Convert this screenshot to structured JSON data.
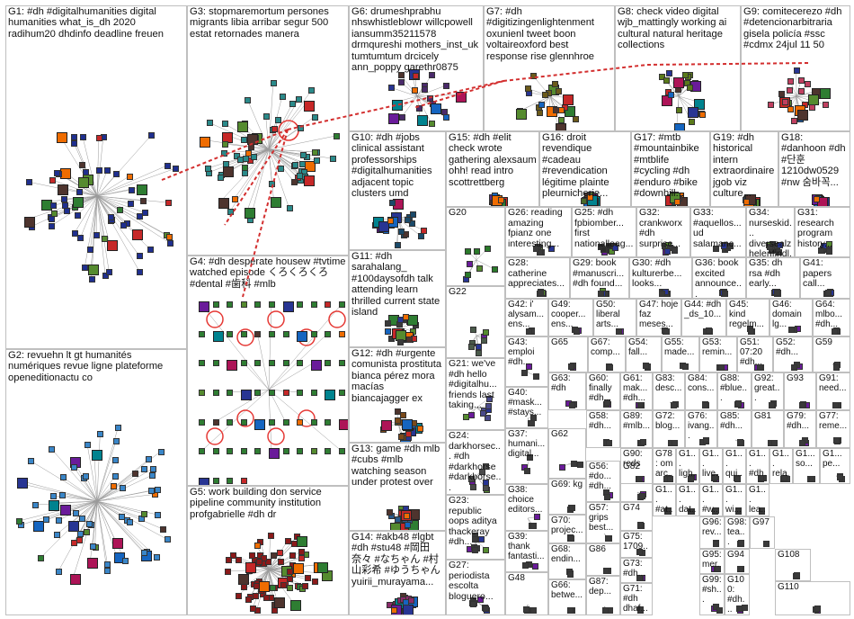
{
  "groups": [
    {
      "id": "G1",
      "label": "G1: #dh #digitalhumanities digital humanities what_is_dh 2020 radihum20 dhdinfo deadline freuen",
      "color": "#1f2f8f"
    },
    {
      "id": "G2",
      "label": "G2: revuehn lt gt humanités numériques revue ligne plateforme openeditionactu co",
      "color": "#3a86c8"
    },
    {
      "id": "G3",
      "label": "G3: stopmaremortum persones migrants libia arribar segur 500 estat retornades manera",
      "color": "#2a8a8a"
    },
    {
      "id": "G4",
      "label": "G4: #dh desperate housew #tvtime watched episode くろくろくろ #dental #歯科 #mlb",
      "color": "#2e7d32"
    },
    {
      "id": "G5",
      "label": "G5: work building don service pipeline community institution profgabrielle #dh dr",
      "color": "#8b1a1a"
    },
    {
      "id": "G6",
      "label": "G6: drumeshprabhu nhswhistleblowr willcpowell iansumm35211578 drmqureshi mothers_inst_uk tumtumtum drcicely ann_poppy garethr0875",
      "color": "#4a2a6a"
    },
    {
      "id": "G7",
      "label": "G7: #dh #digitizingenlightenment oxunienl tweet boon voltaireoxford best response rise glennhroe",
      "color": "#6b5a1a"
    },
    {
      "id": "G8",
      "label": "G8: check video digital wjb_mattingly working ai cultural natural heritage collections",
      "color": "#5a7a1a"
    },
    {
      "id": "G9",
      "label": "G9: comitecerezo #dh #detencionarbitraria gisela policía #ssc #cdmx 24jul 11 50",
      "color": "#c04060"
    },
    {
      "id": "G10",
      "label": "G10: #dh #jobs clinical assistant professorships #digitalhumanities adjacent topic clusters umd",
      "color": "#1a4a6a"
    },
    {
      "id": "G11",
      "label": "G11: #dh sarahalang_ #100daysofdh talk attending learn thrilled current state island",
      "color": "#3a3a3a"
    },
    {
      "id": "G12",
      "label": "G12: #dh #urgente comunista prostituta bianca pérez mora macías biancajagger ex",
      "color": "#7a4a1a"
    },
    {
      "id": "G13",
      "label": "G13: game #dh mlb #cubs #mlb watching season under protest over",
      "color": "#2a5a8a"
    },
    {
      "id": "G14",
      "label": "G14: #akb48 #lgbt #dh #stu48 #岡田奈々 #なちゃん #村山彩希 #ゆうちゃん yuirii_murayama...",
      "color": "#8a2a6a"
    },
    {
      "id": "G15",
      "label": "G15: #dh #elit check wrote gathering alexsaum ohh! read intro scottrettberg",
      "color": "#5a2a8a"
    },
    {
      "id": "G16",
      "label": "G16: droit revendique #cadeau #revendication légitime plainte pleurnicherie...",
      "color": "#4a6a2a"
    },
    {
      "id": "G17",
      "label": "G17: #mtb #mountainbike #mtblife #cycling #dh #enduro #bike #downhill...",
      "color": "#2a6a3a"
    },
    {
      "id": "G18",
      "label": "G18: #danhoon #dh #단훈 1210dw0529 #nw 숨바꼭...",
      "color": "#6a2a2a"
    },
    {
      "id": "G19",
      "label": "G19: #dh historical intern extraordinaire jgob viz culture...",
      "color": "#2a3a6a"
    },
    {
      "id": "G20",
      "label": "G20",
      "color": "#2a7a2a"
    },
    {
      "id": "G21",
      "label": "G21: we've #dh hello #digitalhu... friends last taking...",
      "color": "#4a4a8a"
    },
    {
      "id": "G22",
      "label": "G22",
      "color": "#4a5a4a"
    },
    {
      "id": "G23",
      "label": "G23: republic oops aditya thackeray #dh...",
      "color": "#3a3a3a"
    },
    {
      "id": "G24",
      "label": "G24: darkhorsec... #dh #darkhorse #darkhorse...",
      "color": "#4a4a4a"
    },
    {
      "id": "G25",
      "label": "G25: #dh fpbiomber... first nationalleag...",
      "color": "#2a2a2a"
    },
    {
      "id": "G26",
      "label": "G26: reading amazing fpianz one interesting...",
      "color": "#3a3a3a"
    },
    {
      "id": "G27",
      "label": "G27: periodista escolta bloguero...",
      "color": "#3a3a3a"
    },
    {
      "id": "G28",
      "label": "G28: catherine appreciates...",
      "color": "#3a3a3a"
    },
    {
      "id": "G29",
      "label": "G29: book #manuscri... #dh found...",
      "color": "#3a3a3a"
    },
    {
      "id": "G30",
      "label": "G30: #dh kulturerbe... looks...",
      "color": "#3a3a3a"
    },
    {
      "id": "G31",
      "label": "G31: research program history...",
      "color": "#3a3a3a"
    },
    {
      "id": "G32",
      "label": "G32: crankworx #dh surprise...",
      "color": "#3a3a3a"
    },
    {
      "id": "G33",
      "label": "G33: #aquellos... ud salamanc...",
      "color": "#3a3a3a"
    },
    {
      "id": "G34",
      "label": "G34: nurseskid... diversealz helenfindl...",
      "color": "#3a3a3a"
    },
    {
      "id": "G35",
      "label": "G35: dh rsa #dh early...",
      "color": "#3a3a3a"
    },
    {
      "id": "G36",
      "label": "G36: book excited announce...",
      "color": "#3a3a3a"
    },
    {
      "id": "G37",
      "label": "G37: humani... digital...",
      "color": "#3a3a3a"
    },
    {
      "id": "G38",
      "label": "G38: choice editors...",
      "color": "#3a3a3a"
    },
    {
      "id": "G39",
      "label": "G39: thank fantasti...",
      "color": "#3a3a3a"
    },
    {
      "id": "G40",
      "label": "G40: #mask... #stays...",
      "color": "#3a3a3a"
    },
    {
      "id": "G41",
      "label": "G41: papers call...",
      "color": "#3a3a3a"
    },
    {
      "id": "G42",
      "label": "G42: i' alysam... ens...",
      "color": "#3a3a3a"
    },
    {
      "id": "G43",
      "label": "G43: emploi #dh...",
      "color": "#3a3a3a"
    },
    {
      "id": "G44",
      "label": "G44: #dh _ds_10...",
      "color": "#3a3a3a"
    },
    {
      "id": "G45",
      "label": "G45: kind regelm...",
      "color": "#3a3a3a"
    },
    {
      "id": "G46",
      "label": "G46: domain lg...",
      "color": "#3a3a3a"
    },
    {
      "id": "G47",
      "label": "G47: hoje faz meses...",
      "color": "#3a3a3a"
    },
    {
      "id": "G48",
      "label": "G48",
      "color": "#3a3a3a"
    },
    {
      "id": "G49",
      "label": "G49: cooper... ens...",
      "color": "#3a3a3a"
    },
    {
      "id": "G50",
      "label": "G50: liberal arts...",
      "color": "#3a3a3a"
    },
    {
      "id": "G51",
      "label": "G51: 07:20 #dh...",
      "color": "#3a3a3a"
    },
    {
      "id": "G52",
      "label": "G52: #dh...",
      "color": "#3a3a3a"
    },
    {
      "id": "G53",
      "label": "G53: remin...",
      "color": "#3a3a3a"
    },
    {
      "id": "G54",
      "label": "G54: fall...",
      "color": "#3a3a3a"
    },
    {
      "id": "G55",
      "label": "G55: made...",
      "color": "#3a3a3a"
    },
    {
      "id": "G56",
      "label": "G56: #do... #dh...",
      "color": "#3a3a3a"
    },
    {
      "id": "G57",
      "label": "G57: grips best...",
      "color": "#3a3a3a"
    },
    {
      "id": "G58",
      "label": "G58: #dh...",
      "color": "#3a3a3a"
    },
    {
      "id": "G59",
      "label": "G59",
      "color": "#3a3a3a"
    },
    {
      "id": "G60",
      "label": "G60: finally #dh...",
      "color": "#3a3a3a"
    },
    {
      "id": "G61",
      "label": "G61: mak... #dh...",
      "color": "#3a3a3a"
    },
    {
      "id": "G62",
      "label": "G62",
      "color": "#3a3a3a"
    },
    {
      "id": "G63",
      "label": "G63: #dh",
      "color": "#3a3a3a"
    },
    {
      "id": "G64",
      "label": "G64: mlbo... #dh...",
      "color": "#3a3a3a"
    },
    {
      "id": "G65",
      "label": "G65",
      "color": "#3a3a3a"
    },
    {
      "id": "G66",
      "label": "G66: betwe...",
      "color": "#3a3a3a"
    },
    {
      "id": "G67",
      "label": "G67: comp...",
      "color": "#3a3a3a"
    },
    {
      "id": "G68",
      "label": "G68: endin...",
      "color": "#3a3a3a"
    },
    {
      "id": "G69",
      "label": "G69: kg",
      "color": "#3a3a3a"
    },
    {
      "id": "G70",
      "label": "G70: projec...",
      "color": "#3a3a3a"
    },
    {
      "id": "G71",
      "label": "G71: #dh dhaf...",
      "color": "#3a3a3a"
    },
    {
      "id": "G72",
      "label": "G72: blog...",
      "color": "#3a3a3a"
    },
    {
      "id": "G73",
      "label": "G73: #dh...",
      "color": "#3a3a3a"
    },
    {
      "id": "G74",
      "label": "G74",
      "color": "#3a3a3a"
    },
    {
      "id": "G75",
      "label": "G75: 1709...",
      "color": "#3a3a3a"
    },
    {
      "id": "G76",
      "label": "G76: ivang...",
      "color": "#3a3a3a"
    },
    {
      "id": "G77",
      "label": "G77: reme...",
      "color": "#3a3a3a"
    },
    {
      "id": "G78",
      "label": "G78: om arc...",
      "color": "#3a3a3a"
    },
    {
      "id": "G79",
      "label": "G79: #dh...",
      "color": "#3a3a3a"
    },
    {
      "id": "G80",
      "label": "G80",
      "color": "#3a3a3a"
    },
    {
      "id": "G81",
      "label": "G81",
      "color": "#3a3a3a"
    },
    {
      "id": "G82",
      "label": "G82",
      "color": "#3a3a3a"
    },
    {
      "id": "G83",
      "label": "G83: desc...",
      "color": "#3a3a3a"
    },
    {
      "id": "G84",
      "label": "G84: cons...",
      "color": "#3a3a3a"
    },
    {
      "id": "G85",
      "label": "G85: #dh...",
      "color": "#3a3a3a"
    },
    {
      "id": "G86",
      "label": "G86",
      "color": "#3a3a3a"
    },
    {
      "id": "G87",
      "label": "G87: dep...",
      "color": "#3a3a3a"
    },
    {
      "id": "G88",
      "label": "G88: #blue...",
      "color": "#3a3a3a"
    },
    {
      "id": "G89",
      "label": "G89: #mlb...",
      "color": "#3a3a3a"
    },
    {
      "id": "G90",
      "label": "G90: reds",
      "color": "#3a3a3a"
    },
    {
      "id": "G91",
      "label": "G91: need...",
      "color": "#3a3a3a"
    },
    {
      "id": "G92",
      "label": "G92: great...",
      "color": "#3a3a3a"
    },
    {
      "id": "G93",
      "label": "G93",
      "color": "#3a3a3a"
    },
    {
      "id": "G94",
      "label": "G94",
      "color": "#3a3a3a"
    },
    {
      "id": "G95",
      "label": "G95: mer...",
      "color": "#3a3a3a"
    },
    {
      "id": "G96",
      "label": "G96: rev...",
      "color": "#3a3a3a"
    },
    {
      "id": "G97",
      "label": "G97",
      "color": "#3a3a3a"
    },
    {
      "id": "G98",
      "label": "G98: tea...",
      "color": "#3a3a3a"
    },
    {
      "id": "G99",
      "label": "G99: #sh...",
      "color": "#3a3a3a"
    },
    {
      "id": "G100",
      "label": "G100: #dh...",
      "color": "#3a3a3a"
    },
    {
      "id": "G108",
      "label": "G108",
      "color": "#3a3a3a"
    },
    {
      "id": "G110",
      "label": "G110",
      "color": "#3a3a3a"
    },
    {
      "id": "G1x1",
      "label": "G1... ligh...",
      "color": "#3a3a3a"
    },
    {
      "id": "G1x2",
      "label": "G1... live...",
      "color": "#3a3a3a"
    },
    {
      "id": "G1x3",
      "label": "G1... qui...",
      "color": "#3a3a3a"
    },
    {
      "id": "G1x4",
      "label": "G1... #dh...",
      "color": "#3a3a3a"
    },
    {
      "id": "G1x5",
      "label": "G1... rela...",
      "color": "#3a3a3a"
    },
    {
      "id": "G1x6",
      "label": "G1... so...",
      "color": "#3a3a3a"
    },
    {
      "id": "G1x7",
      "label": "G1... pe...",
      "color": "#3a3a3a"
    },
    {
      "id": "G1x8",
      "label": "G1... #at...",
      "color": "#3a3a3a"
    },
    {
      "id": "G1x9",
      "label": "G1... dat...",
      "color": "#3a3a3a"
    },
    {
      "id": "G1x10",
      "label": "G1... #w...",
      "color": "#3a3a3a"
    },
    {
      "id": "G1x11",
      "label": "G1... wi...",
      "color": "#3a3a3a"
    },
    {
      "id": "G1x12",
      "label": "G1... lea...",
      "color": "#3a3a3a"
    }
  ]
}
